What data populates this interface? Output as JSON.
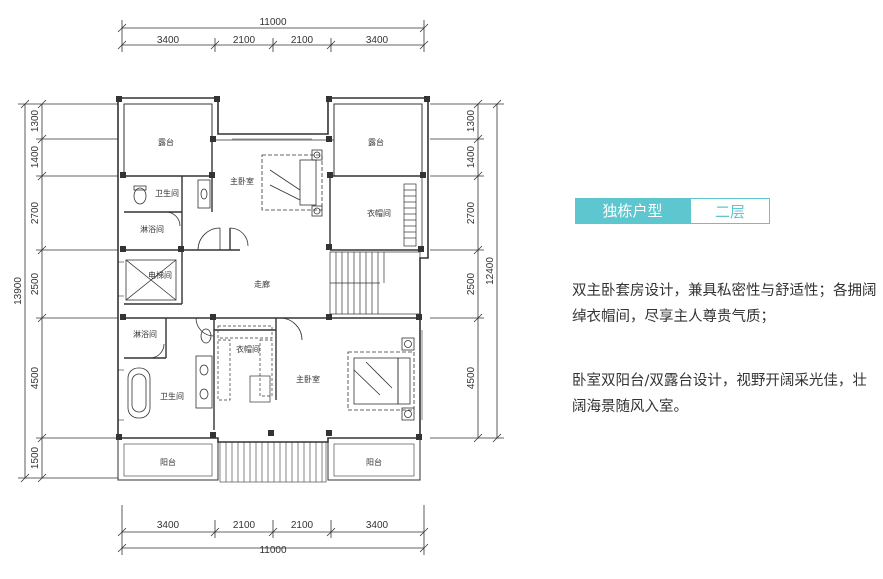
{
  "dimensions": {
    "top_total": "11000",
    "top_segments": [
      "3400",
      "2100",
      "2100",
      "3400"
    ],
    "bottom_total": "11000",
    "bottom_segments": [
      "3400",
      "2100",
      "2100",
      "3400"
    ],
    "left_total": "13900",
    "left_segments": [
      "1300",
      "1400",
      "2700",
      "2500",
      "4500",
      "1500"
    ],
    "right_total": "12400",
    "right_segments": [
      "1300",
      "1400",
      "2700",
      "2500",
      "4500"
    ]
  },
  "rooms": {
    "terrace_left": "露台",
    "terrace_right": "露台",
    "master_bedroom_top": "主卧室",
    "bathroom_top": "卫生间",
    "shower_top": "淋浴间",
    "closet_top": "衣帽间",
    "elevator": "电梯间",
    "corridor": "走廊",
    "shower_bottom": "淋浴间",
    "closet_bottom": "衣帽间",
    "bathroom_bottom": "卫生间",
    "master_bedroom_bottom": "主卧室",
    "balcony_left": "阳台",
    "balcony_right": "阳台"
  },
  "badges": {
    "type_label": "独栋户型",
    "floor_label": "二层"
  },
  "description": {
    "paragraph_1": "双主卧套房设计，兼具私密性与舒适性；各拥阔绰衣帽间，尽享主人尊贵气质；",
    "paragraph_2": "卧室双阳台/双露台设计，视野开阔采光佳，壮阔海景随风入室。"
  },
  "colors": {
    "accent": "#5ec6cf",
    "wall": "#333333"
  }
}
